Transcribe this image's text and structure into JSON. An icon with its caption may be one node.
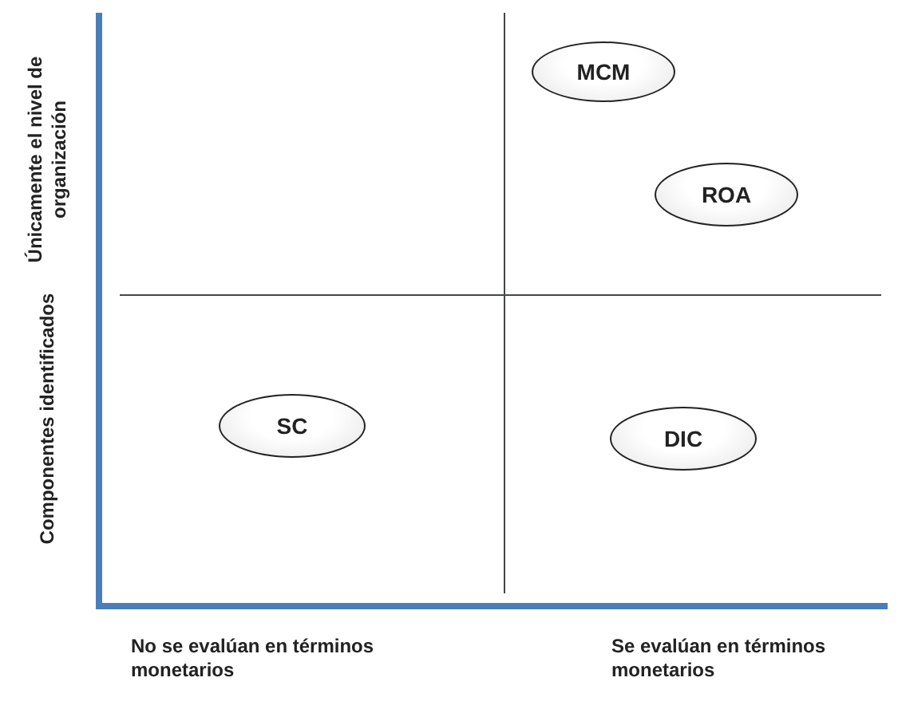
{
  "diagram": {
    "nodes": [
      {
        "text": [
          "MCM"
        ]
      },
      {
        "text": [
          "ROA"
        ]
      },
      {
        "text": [
          "SC"
        ]
      },
      {
        "text": [
          "DIC"
        ]
      }
    ],
    "edges": [],
    "labels": [
      "Únicamente el nivel de organización",
      "Componentes identificados",
      "No se evalúan en términos monetarios",
      "Se evalúan en términos monetarios"
    ]
  }
}
